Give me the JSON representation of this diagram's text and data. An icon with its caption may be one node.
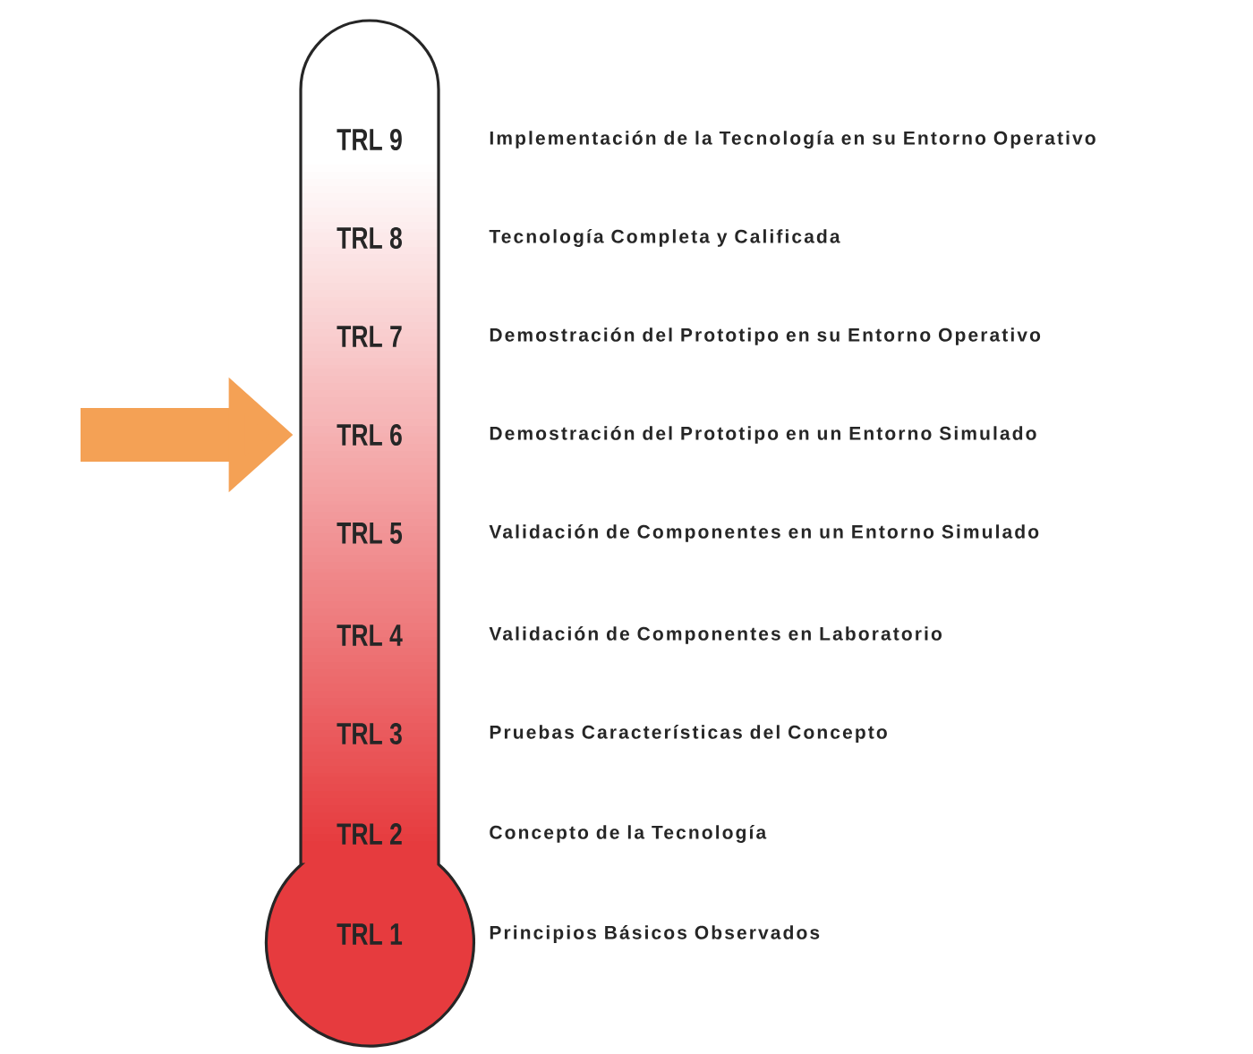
{
  "diagram": {
    "nodes": [
      {
        "text": [
          "TRL 9"
        ]
      },
      {
        "text": [
          "TRL 8"
        ]
      },
      {
        "text": [
          "TRL 7"
        ]
      },
      {
        "text": [
          "TRL 6"
        ]
      },
      {
        "text": [
          "TRL 5"
        ]
      },
      {
        "text": [
          "TRL 4"
        ]
      },
      {
        "text": [
          "TRL 3"
        ]
      },
      {
        "text": [
          "TRL 2"
        ]
      },
      {
        "text": [
          "TRL 1"
        ]
      }
    ],
    "edges": [
      {
        "from": null,
        "to": 3,
        "arrow": "to"
      }
    ],
    "labels": [
      "Implementación de la Tecnología en su Entorno Operativo",
      "Tecnología Completa y Calificada",
      "Demostración del Prototipo en su Entorno Operativo",
      "Demostración del Prototipo en un Entorno Simulado",
      "Validación de Componentes en un Entorno Simulado",
      "Validación de Componentes en Laboratorio",
      "Pruebas Características del Concepto",
      "Concepto de la Tecnología",
      "Principios Básicos Observados"
    ]
  }
}
